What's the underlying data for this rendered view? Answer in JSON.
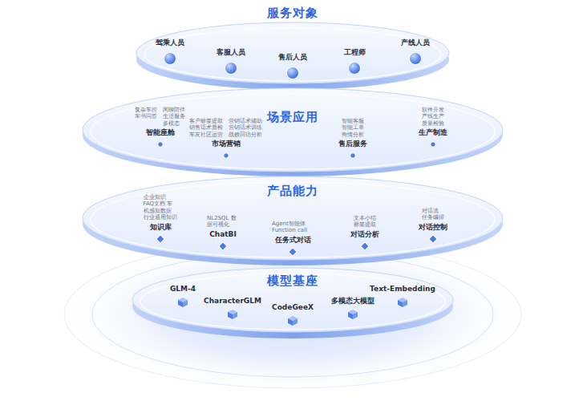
{
  "diagram": {
    "nodes": [
      {
        "text": [
          "服务对象"
        ]
      },
      {
        "text": [
          "驾乘人员"
        ],
        "in": 0
      },
      {
        "text": [
          "客服人员"
        ],
        "in": 0
      },
      {
        "text": [
          "售后人员"
        ],
        "in": 0
      },
      {
        "text": [
          "工程师"
        ],
        "in": 0
      },
      {
        "text": [
          "产线人员"
        ],
        "in": 0
      },
      {
        "text": [
          "场景应用"
        ]
      },
      {
        "text": [
          "复杂车控 车书问答",
          "闲聊陪伴 生活服务 多模态",
          "智能座舱"
        ],
        "in": 6
      },
      {
        "text": [
          "客户标签提取 销售话术质检 车友社区运营",
          "营销话术辅助 营销话术训练 战败回访分析",
          "市场营销"
        ],
        "in": 6
      },
      {
        "text": [
          "智能客服 智能工单 舆情分析",
          "售后服务"
        ],
        "in": 6
      },
      {
        "text": [
          "软件开发 产线生产 质量检验",
          "生产制造"
        ],
        "in": 6
      },
      {
        "text": [
          "产品能力"
        ]
      },
      {
        "text": [
          "企业知识 FAQ文档 车机感知数据 行业通用知识",
          "知识库"
        ],
        "in": 11
      },
      {
        "text": [
          "NL2SQL 数据可视化",
          "ChatBI"
        ],
        "in": 11
      },
      {
        "text": [
          "Agent智能体 Function call",
          "任务式对话"
        ],
        "in": 11
      },
      {
        "text": [
          "文本小结 标签提取",
          "对话分析"
        ],
        "in": 11
      },
      {
        "text": [
          "对话流 任务编排",
          "对话控制"
        ],
        "in": 11
      },
      {
        "text": [
          "模型基座"
        ]
      },
      {
        "text": [
          "GLM-4"
        ],
        "in": 17
      },
      {
        "text": [
          "CharacterGLM"
        ],
        "in": 17
      },
      {
        "text": [
          "CodeGeeX"
        ],
        "in": 17
      },
      {
        "text": [
          "多模态大模型"
        ],
        "in": 17
      },
      {
        "text": [
          "Text-Embedding"
        ],
        "in": 17
      }
    ]
  }
}
